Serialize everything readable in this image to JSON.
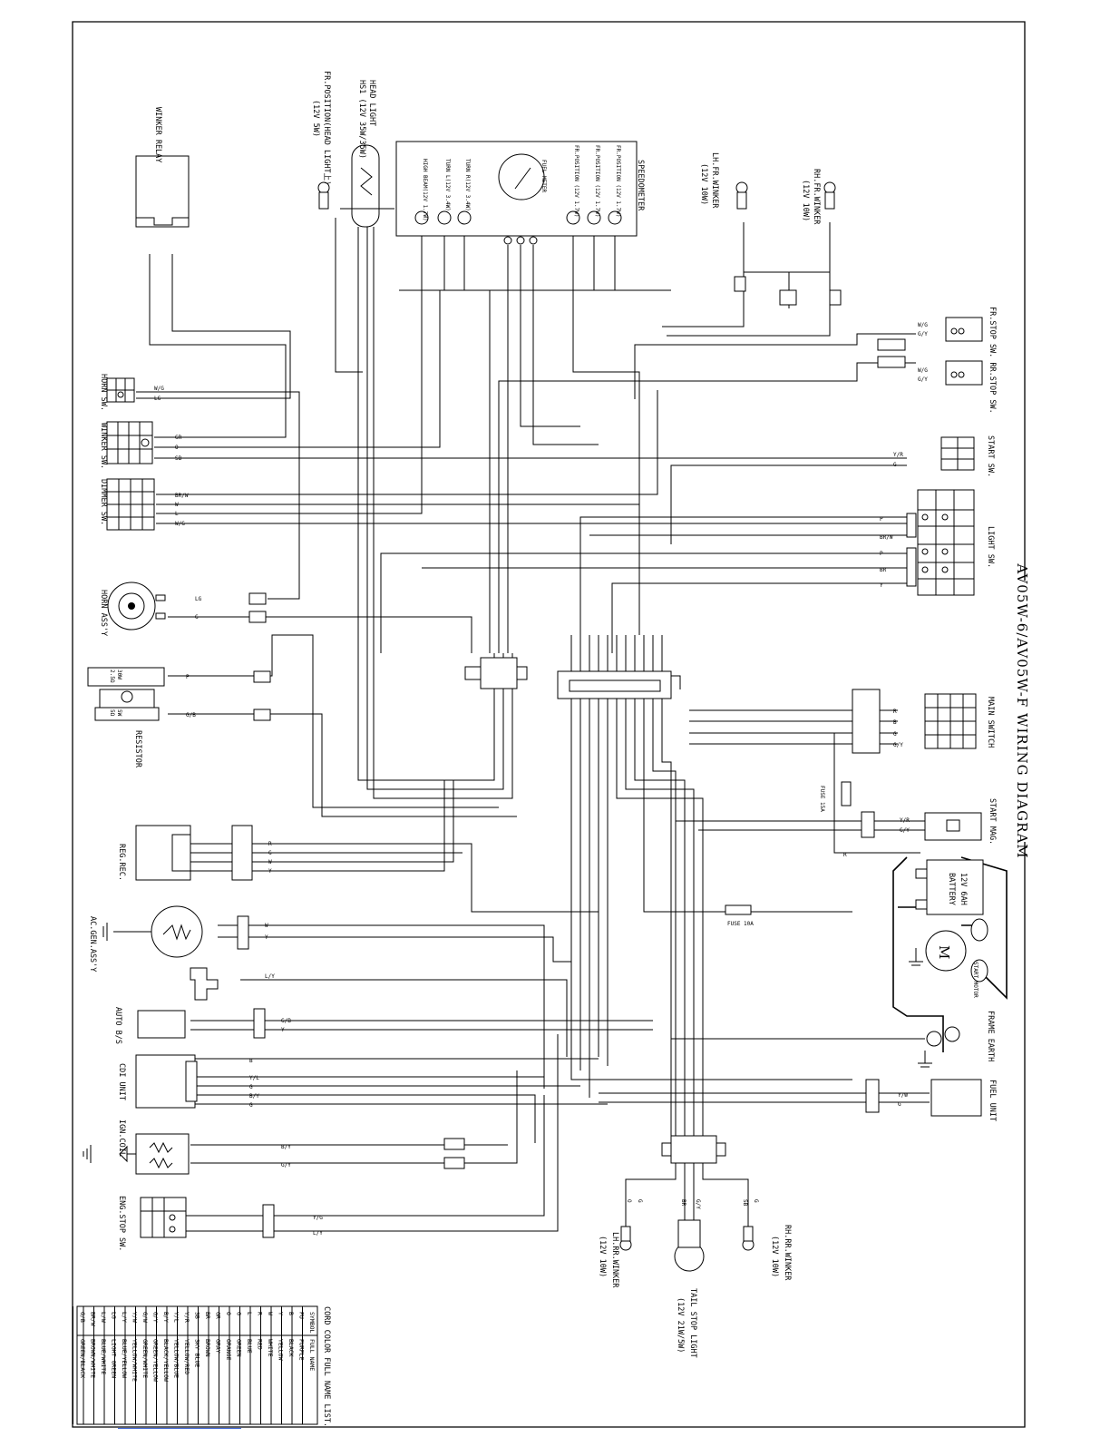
{
  "title": "AV05W-6/AV05W-F WIRING DIAGRAM",
  "components": {
    "winker_relay": "WINKER RELAY",
    "head_light": [
      "HEAD LIGHT",
      "HS1 (12V 35W/35W)",
      "FR.POSITION(HEAD LIGHT上)",
      "(12V 5W)"
    ],
    "speedometer": "SPEEDOMETER",
    "fuel_meter": "FUEL METER",
    "speedo_lamps": [
      "FR.POSITION (12V 1.7W)",
      "FR.POSITION (12V 1.7W)",
      "FR.POSITION (12V 1.7W)",
      "TURN R(12V 3.4W)",
      "TURN L(12V 3.4W)",
      "HIGH BEAM(12V 1.7W)"
    ],
    "lh_fr_winker": [
      "LH.FR.WINKER",
      "(12V 10W)"
    ],
    "rh_fr_winker": [
      "RH.FR.WINKER",
      "(12V 10W)"
    ],
    "stop_switches": "FR.STOP SW. RR.STOP SW.",
    "start_sw": "START SW.",
    "light_sw": "LIGHT SW.",
    "horn_sw": "HORN SW.",
    "winker_sw": "WINKER SW.",
    "dimmer_sw": "DIMMER SW.",
    "horn": "HORN ASS'Y",
    "resistor": "RESISTOR",
    "resistor_values": [
      "30W",
      "2.5Ω",
      "5W",
      "5Ω"
    ],
    "main_switch": "MAIN SWITCH",
    "fuse_15a": "FUSE 15A",
    "start_mag": "START MAG.",
    "battery": [
      "12V 6AH",
      "BATTERY"
    ],
    "fuse_10a": "FUSE 10A",
    "start_motor": "START MOTOR",
    "motor_symbol": "M",
    "frame_earth": "FRAME EARTH",
    "reg_rec": "REG.REC.",
    "ac_gen": "AC.GEN.ASS'Y",
    "auto_bs": "AUTO B/S",
    "cdi_unit": "CDI UNIT",
    "ign_coil": "IGN.COIL",
    "eng_stop_sw": "ENG.STOP SW.",
    "fuel_unit": "FUEL UNIT",
    "lh_rr_winker": [
      "LH.RR.WINKER",
      "(12V 10W)"
    ],
    "tail_stop_light": [
      "TAIL STOP LIGHT",
      "(12V 21W/5W)"
    ],
    "rh_rr_winker": [
      "RH.RR.WINKER",
      "(12V 10W)"
    ]
  },
  "wire_tags": {
    "horn_sw": [
      "W/G",
      "LG"
    ],
    "winker_sw": [
      "GR",
      "O",
      "SB"
    ],
    "dimmer_sw": [
      "BR/W",
      "W",
      "L",
      "W/G"
    ],
    "start_sw": [
      "Y/R",
      "G"
    ],
    "light_sw": [
      "P",
      "BR/W",
      "P",
      "BR",
      "Y"
    ],
    "stop_sw": [
      "W/G",
      "G/Y",
      "W/G",
      "G/Y"
    ],
    "main_switch": [
      "R",
      "B",
      "G",
      "G/Y"
    ],
    "start_mag": [
      "Y/R",
      "G/Y",
      "R"
    ],
    "reg_rec": [
      "R",
      "G",
      "W",
      "Y"
    ],
    "ac_gen": [
      "W",
      "Y"
    ],
    "auto_bs": [
      "L/Y",
      "G/B",
      "Y"
    ],
    "cdi": [
      "B",
      "Y/L",
      "G",
      "B/Y",
      "G"
    ],
    "ign_coil": [
      "B/Y",
      "G/Y"
    ],
    "eng_stop": [
      "Y/G",
      "L/Y"
    ],
    "fuel_unit": [
      "Y/W",
      "G"
    ],
    "rear_bundle": [
      "O",
      "G",
      "BR",
      "G/Y",
      "SB",
      "G"
    ],
    "horn": [
      "LG",
      "G"
    ],
    "resistor": [
      "P",
      "G/B"
    ]
  },
  "color_table": {
    "title": "CORD COLOR FULL NAME LIST.",
    "headers": [
      "SYMBOL",
      "FULL NAME"
    ],
    "rows": [
      [
        "PU",
        "PURPLE"
      ],
      [
        "B",
        "BLACK"
      ],
      [
        "Y",
        "YELLOW"
      ],
      [
        "W",
        "WHITE"
      ],
      [
        "R",
        "RED"
      ],
      [
        "L",
        "BLUE"
      ],
      [
        "G",
        "GREEN"
      ],
      [
        "O",
        "ORANGE"
      ],
      [
        "GR",
        "GRAY"
      ],
      [
        "BR",
        "BROWN"
      ],
      [
        "SB",
        "SKY BLUE"
      ],
      [
        "Y/R",
        "YELLOW/RED"
      ],
      [
        "Y/L",
        "YELLOW/BLUE"
      ],
      [
        "B/Y",
        "BLACK/YELLOW"
      ],
      [
        "G/Y",
        "GREEN/YELLOW"
      ],
      [
        "G/W",
        "GREEN/WHITE"
      ],
      [
        "Y/W",
        "YELLOW/WHITE"
      ],
      [
        "L/Y",
        "BLUE/YELLOW"
      ],
      [
        "LG",
        "LIGHT GREEN"
      ],
      [
        "L/W",
        "BLUE/WHITE"
      ],
      [
        "BR/W",
        "BROWN/WHITE"
      ],
      [
        "G/B",
        "GREEN/BLACK"
      ]
    ]
  }
}
